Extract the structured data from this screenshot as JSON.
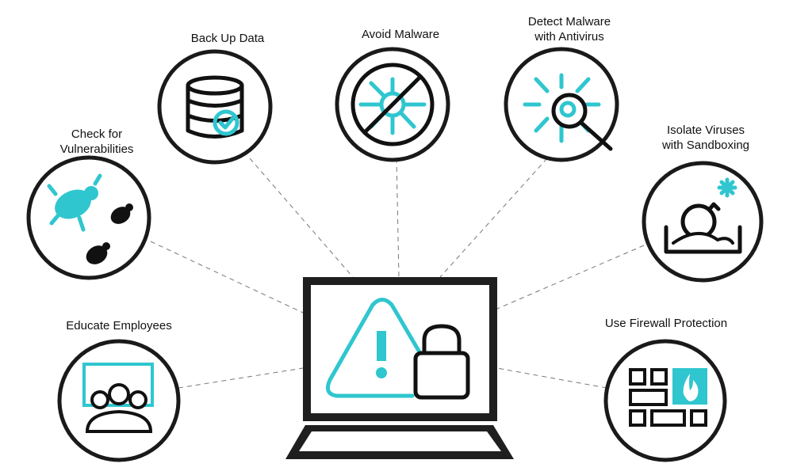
{
  "colors": {
    "accent": "#2fc6cf",
    "outline": "#1a1a1a"
  },
  "center": {
    "icon": "laptop-warning-lock-icon"
  },
  "items": [
    {
      "id": "vulnerabilities",
      "line1": "Check for",
      "line2": "Vulnerabilities",
      "icon": "bugs-icon"
    },
    {
      "id": "backup",
      "line1": "Back Up Data",
      "icon": "database-backup-icon"
    },
    {
      "id": "avoid",
      "line1": "Avoid Malware",
      "icon": "no-malware-icon"
    },
    {
      "id": "antivirus",
      "line1": "Detect Malware",
      "line2": "with Antivirus",
      "icon": "magnifier-virus-icon"
    },
    {
      "id": "sandbox",
      "line1": "Isolate Viruses",
      "line2": "with Sandboxing",
      "icon": "sandbox-bomb-icon"
    },
    {
      "id": "educate",
      "line1": "Educate Employees",
      "icon": "training-board-icon"
    },
    {
      "id": "firewall",
      "line1": "Use Firewall Protection",
      "icon": "firewall-icon"
    }
  ]
}
